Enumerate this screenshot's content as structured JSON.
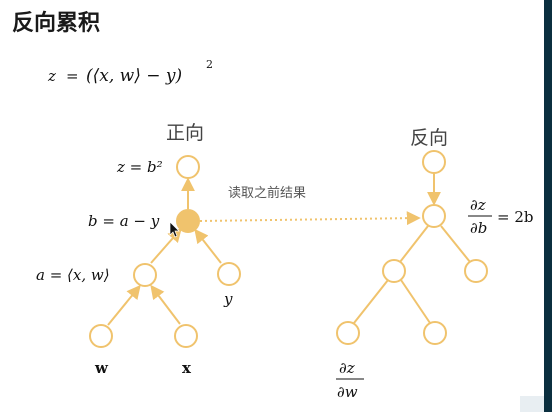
{
  "title": "反向累积",
  "formula": {
    "lhs": "z",
    "eq": "=",
    "body": "(⟨x, w⟩ − y)",
    "power": "2"
  },
  "forward": {
    "heading": "正向",
    "z_label": "z = b²",
    "b_label": "b = a − y",
    "a_label": "a = ⟨x, w⟩",
    "y_label": "y",
    "w_label": "w",
    "x_label": "x"
  },
  "backward": {
    "heading": "反向",
    "dzdb_num": "∂z",
    "dzdb_den": "∂b",
    "dzdb_rhs": "= 2b",
    "dzdw_num": "∂z",
    "dzdw_den": "∂w"
  },
  "connector_label": "读取之前结果",
  "colors": {
    "node": "#f0c36d",
    "filled_node": "#f0c36d"
  }
}
